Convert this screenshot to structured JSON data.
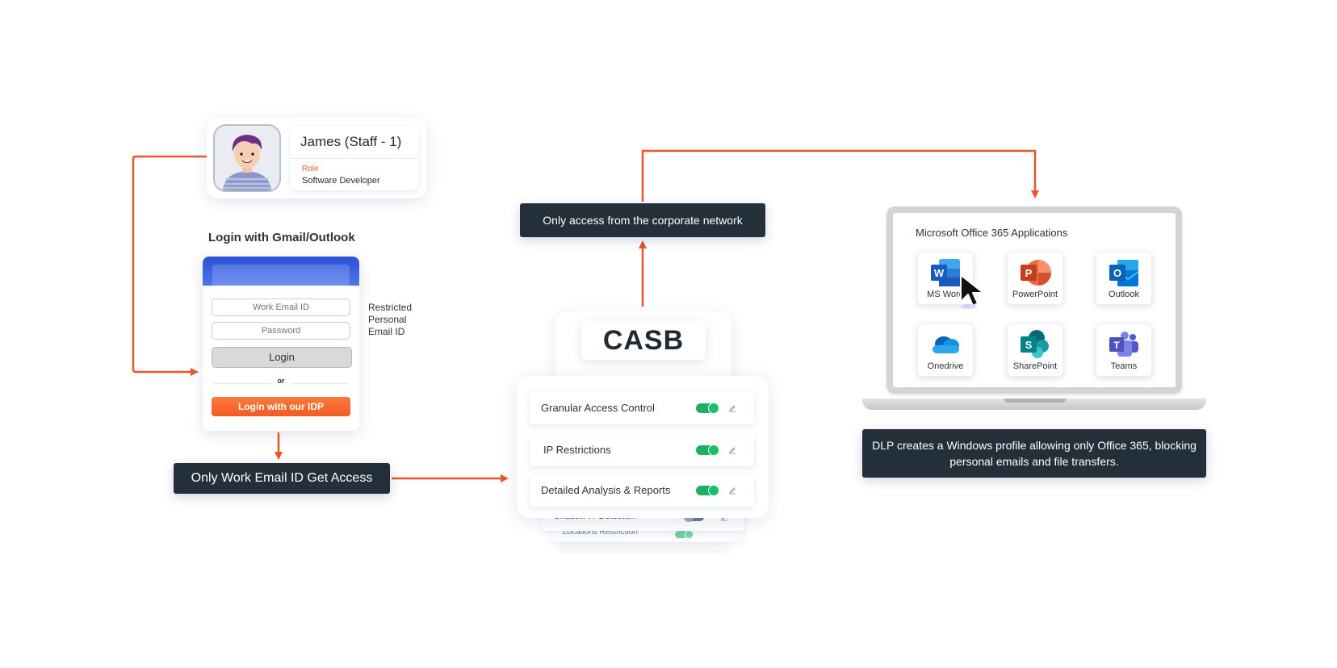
{
  "user": {
    "name": "James (Staff - 1)",
    "role_label": "Role",
    "role_value": "Software Developer"
  },
  "login": {
    "title": "Login with Gmail/Outlook",
    "email_placeholder": "Work Email ID",
    "password_placeholder": "Password",
    "login_label": "Login",
    "or_label": "or",
    "idp_label": "Login with our IDP",
    "restricted_note": "Restricted Personal Email ID"
  },
  "labels": {
    "work_email_access": "Only Work Email ID Get Access",
    "corporate_network": "Only access from the corporate network",
    "dlp_note": "DLP creates a Windows profile allowing only Office 365, blocking personal emails and file transfers."
  },
  "casb": {
    "title": "CASB",
    "features": [
      {
        "label": "Granular Access Control",
        "enabled": true
      },
      {
        "label": "IP Restrictions",
        "enabled": true
      },
      {
        "label": "Detailed Analysis  & Reports",
        "enabled": true
      },
      {
        "label": "Shadow IT Detection",
        "enabled": false
      },
      {
        "label": "Locations Restriction",
        "enabled": true
      }
    ]
  },
  "office": {
    "title": "Microsoft Office 365 Applications",
    "apps": [
      {
        "label": "MS Word",
        "icon": "word-icon"
      },
      {
        "label": "PowerPoint",
        "icon": "powerpoint-icon"
      },
      {
        "label": "Outlook",
        "icon": "outlook-icon"
      },
      {
        "label": "Onedrive",
        "icon": "onedrive-icon"
      },
      {
        "label": "SharePoint",
        "icon": "sharepoint-icon"
      },
      {
        "label": "Teams",
        "icon": "teams-icon"
      }
    ]
  },
  "colors": {
    "arrow": "#e8562a",
    "label_bg": "#23303a",
    "toggle_on": "#1fae62",
    "idp_button": "#f25a22",
    "login_header": "#2b50d8"
  }
}
